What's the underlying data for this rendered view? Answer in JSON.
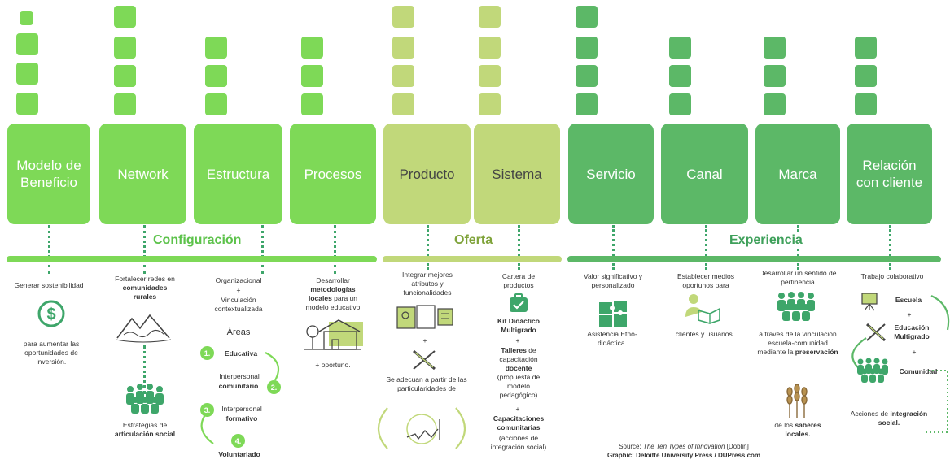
{
  "categories": [
    {
      "id": "configuracion",
      "label": "Configuración",
      "color": "#7ed957"
    },
    {
      "id": "oferta",
      "label": "Oferta",
      "color": "#c1d87a"
    },
    {
      "id": "experiencia",
      "label": "Experiencia",
      "color": "#5cb867"
    }
  ],
  "cards": [
    {
      "label": "Modelo de Beneficio",
      "color": "#7ed957"
    },
    {
      "label": "Network",
      "color": "#7ed957"
    },
    {
      "label": "Estructura",
      "color": "#7ed957"
    },
    {
      "label": "Procesos",
      "color": "#7ed957"
    },
    {
      "label": "Producto",
      "color": "#c1d87a"
    },
    {
      "label": "Sistema",
      "color": "#c1d87a"
    },
    {
      "label": "Servicio",
      "color": "#5cb867"
    },
    {
      "label": "Canal",
      "color": "#5cb867"
    },
    {
      "label": "Marca",
      "color": "#5cb867"
    },
    {
      "label": "Relación con cliente",
      "color": "#5cb867"
    }
  ],
  "texts": {
    "modelo_top": "Generar sostenibilidad",
    "modelo_bottom": "para aumentar las oportunidades de inversión.",
    "network_top_a": "Fortalecer redes en ",
    "network_top_b": "comunidades rurales",
    "network_bottom_a": "Estrategias de ",
    "network_bottom_b": "articulación social",
    "estructura_top_a": "Organizacional",
    "estructura_top_plus": "+",
    "estructura_top_b": "Vinculación contextualizada",
    "areas_title": "Áreas",
    "area1_num": "1.",
    "area1_label": "Educativa",
    "area2_num": "2.",
    "area2_pre": "Interpersonal",
    "area2_label": "comunitario",
    "area3_num": "3.",
    "area3_pre": "Interpersonal",
    "area3_label": "formativo",
    "area4_num": "4.",
    "area4_label": "Voluntariado",
    "procesos_top_a": "Desarrollar ",
    "procesos_top_b": "metodologías locales",
    "procesos_top_c": " para un modelo educativo",
    "procesos_bottom": "+ oportuno.",
    "producto_top": "Integrar mejores atributos y funcionalidades",
    "producto_plus": "+",
    "producto_bottom": "Se adecuan a partir de las particularidades de",
    "sistema_top": "Cartera de productos",
    "sistema_kit": "Kit Didáctico Multigrado",
    "sistema_plus1": "+",
    "sistema_talleres_a": "Talleres",
    "sistema_talleres_b": " de capacitación ",
    "sistema_talleres_c": "docente",
    "sistema_talleres_d": " (propuesta de modelo pedagógico)",
    "sistema_plus2": "+",
    "sistema_cap": "Capacitaciones comunitarias",
    "sistema_cap_sub": "(acciones de integración social)",
    "servicio_top": "Valor significativo y personalizado",
    "servicio_bottom": "Asistencia Etno-didáctica.",
    "canal_top": "Establecer medios oportunos para",
    "canal_bottom": "clientes y usuarios.",
    "marca_top": "Desarrollar un sentido de pertinencia",
    "marca_mid_a": "a través de la vinculación escuela-comunidad mediante la ",
    "marca_mid_b": "preservación",
    "marca_bottom_a": "de los ",
    "marca_bottom_b": "saberes locales.",
    "relacion_top": "Trabajo colaborativo",
    "rel_escuela": "Escuela",
    "rel_plus1": "+",
    "rel_educacion": "Educación Multigrado",
    "rel_plus2": "+",
    "rel_comunidad": "Comunidad",
    "rel_bottom_a": "Acciones de ",
    "rel_bottom_b": "integración social.",
    "source_prefix": "Source: ",
    "source_title": "The Ten Types of Innovation",
    "source_suffix": " [Doblin]",
    "graphic": "Graphic: Deloitte University Press / DUPress.com"
  }
}
